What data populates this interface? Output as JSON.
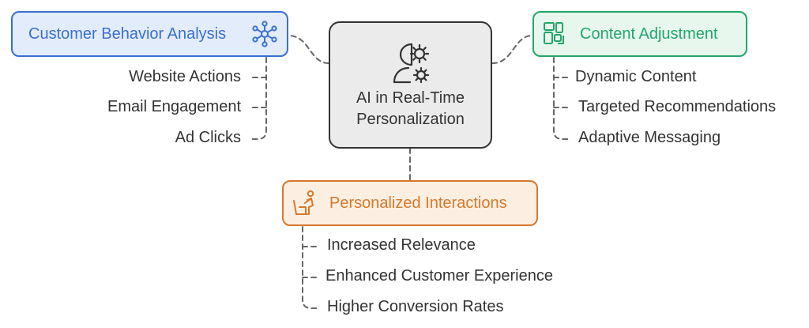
{
  "center": {
    "label_line1": "AI in Real-Time",
    "label_line2": "Personalization",
    "icon": "person-gear-icon"
  },
  "branches": {
    "customer_behavior": {
      "title": "Customer Behavior Analysis",
      "icon": "network-nodes-icon",
      "color": "#3a6fd1",
      "fill": "#e3ecfb",
      "items": [
        "Website Actions",
        "Email Engagement",
        "Ad Clicks"
      ]
    },
    "content_adjustment": {
      "title": "Content Adjustment",
      "icon": "layout-tiles-icon",
      "color": "#23a66a",
      "fill": "#e7f7ee",
      "items": [
        "Dynamic Content",
        "Targeted Recommendations",
        "Adaptive Messaging"
      ]
    },
    "personalized_interactions": {
      "title": "Personalized Interactions",
      "icon": "person-at-desk-icon",
      "color": "#d7782a",
      "fill": "#fcefe2",
      "items": [
        "Increased Relevance",
        "Enhanced Customer Experience",
        "Higher Conversion Rates"
      ]
    }
  },
  "colors": {
    "center_fill": "#ebebeb",
    "center_stroke": "#333333",
    "connector": "#666666",
    "text": "#333333"
  }
}
